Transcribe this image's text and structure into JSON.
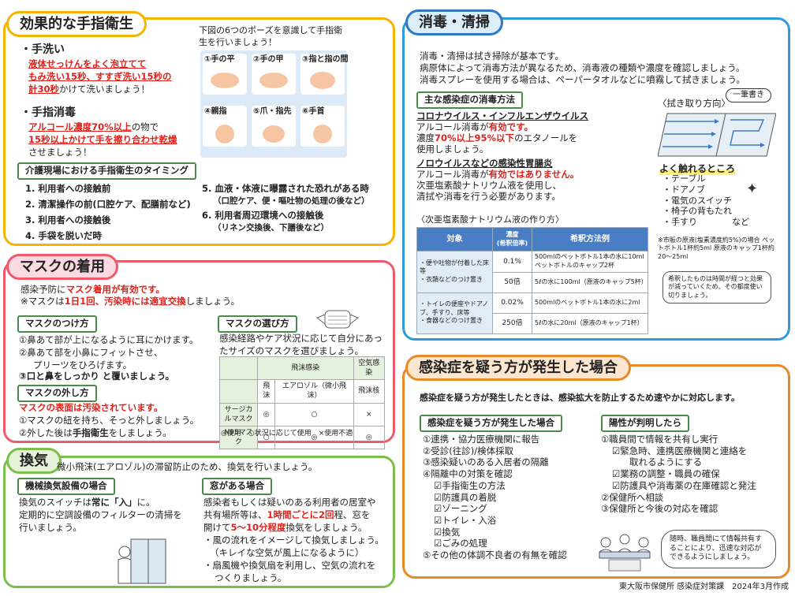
{
  "hand": {
    "title": "効果的な手指衛生",
    "intro": "下図の6つのポーズを意識して手指衛生を行いましょう！",
    "wash_head": "・手洗い",
    "wash_l1": "液体せっけんをよく泡立てて",
    "wash_l2": "もみ洗い15秒、すすぎ洗い15秒の",
    "wash_l3a": "計30秒",
    "wash_l3b": "かけて洗いましょう！",
    "dis_head": "・手指消毒",
    "dis_l1a": "アルコール濃度70%以上",
    "dis_l1b": "の物で",
    "dis_l2": "15秒以上かけて手を擦り合わせ乾燥",
    "dis_l3": "させましょう！",
    "poses": [
      "①手の平",
      "②手の甲",
      "③指と指の間",
      "④親指",
      "⑤爪・指先",
      "⑥手首"
    ],
    "timing_title": "介護現場における手指衛生のタイミング",
    "t1": "1. 利用者への接触前",
    "t2": "2. 清潔操作の前(口腔ケア、配膳前など)",
    "t3": "3. 利用者への接触後",
    "t4": "4. 手袋を脱いだ時",
    "t5": "5. 血液・体液に曝露された恐れがある時",
    "t5s": "（口腔ケア、便・嘔吐物の処理の後など）",
    "t6": "6. 利用者周辺環境への接触後",
    "t6s": "（リネン交換後、下膳後など）"
  },
  "mask": {
    "title": "マスクの着用",
    "intro1a": "感染予防に",
    "intro1b": "マスク着用が有効です。",
    "intro2a": "※マスクは",
    "intro2b": "1日1回、汚染時には適宜交換",
    "intro2c": "しましょう。",
    "wear_title": "マスクのつけ方",
    "w1": "①鼻あて部が上になるように耳にかけます。",
    "w2": "②鼻あて部を小鼻にフィットさせ、",
    "w2b": "プリーツをひろげます。",
    "w3": "③口と鼻をしっかり と覆いましょう。",
    "off_title": "マスクの外し方",
    "off_warn": "マスクの表面は汚染されています。",
    "o1": "①マスクの紐を持ち、そっと外しましょう。",
    "o2a": "②外した後は",
    "o2b": "手指衛生",
    "o2c": "をしましょう。",
    "choose_title": "マスクの選び方",
    "choose_text": "感染経路やケア状況に応じて自分にあったサイズのマスクを選びましょう。",
    "tbl_h1": "飛沫感染",
    "tbl_h2": "空気感染",
    "tbl_c1": "飛沫",
    "tbl_c2": "エアロゾル（微小飛沫）",
    "tbl_c3": "飛沫核",
    "tbl_r1": "サージカルマスク",
    "tbl_r2": "N95マスク",
    "r1": [
      "◎",
      "○",
      "×"
    ],
    "r2": [
      "○",
      "◎",
      "◎"
    ],
    "legend": "◎使用　○状況に応じて使用　×使用不適"
  },
  "vent": {
    "title": "換気",
    "intro": "微小飛沫(エアロゾル)の滞留防止のため、換気を行いましょう。",
    "mech_title": "機械換気設備の場合",
    "mech_1a": "換気のスイッチは",
    "mech_1b": "常に「入」",
    "mech_1c": "に。",
    "mech_2": "定期的に空調設備のフィルターの清掃を行いましょう。",
    "win_title": "窓がある場合",
    "win_1": "感染者もしくは疑いのある利用者の居室や",
    "win_2a": "共有場所等は、",
    "win_2b": "1時間ごとに2回",
    "win_2c": "程、窓を",
    "win_3a": "開けて",
    "win_3b": "5～10分程度",
    "win_3c": "換気をしましょう。",
    "win_4": "・風の流れをイメージして換気しましょう。",
    "win_5": "（キレイな空気が風上になるように）",
    "win_6": "・扇風機や換気扇を利用し、空気の流れを",
    "win_7": "つくりましょう。"
  },
  "clean": {
    "title": "消毒・清掃",
    "i1": "消毒・清掃は拭き掃除が基本です。",
    "i2": "病原体によって消毒方法が異なるため、消毒液の種類や濃度を確認しましょう。",
    "i3": "消毒スプレーを使用する場合は、ペーパータオルなどに噴霧して拭きましょう。",
    "dis_title": "主な感染症の消毒方法",
    "corona": "コロナウイルス・インフルエンザウイルス",
    "c1a": "アルコール消毒が",
    "c1b": "有効です。",
    "c2a": "濃度",
    "c2b": "70%以上95%以下",
    "c2c": "のエタノールを",
    "c3": "使用しましょう。",
    "noro": "ノロウイルスなどの感染性胃腸炎",
    "n1a": "アルコール消毒が",
    "n1b": "有効ではありません。",
    "n2": "次亜塩素酸ナトリウム液を使用し、",
    "n3": "清拭や消毒を行う必要があります。",
    "wipe_title": "〈拭き取り方向〉",
    "bubble": "一筆書き",
    "touch_title": "よく触れるところ",
    "touch": [
      "・テーブル",
      "・ドアノブ",
      "・電気のスイッチ",
      "・椅子の背もたれ",
      "・手すり　　　　など"
    ],
    "make_title": "〈次亜塩素酸ナトリウム液の作り方〉",
    "mh1": "対象",
    "mh2": "濃度",
    "mh2s": "(希釈倍率)",
    "mh3": "希釈方法例",
    "m1": "・便や吐物が付着した床等",
    "m1b": "・衣類などのつけ置き",
    "m2": "・トイレの便座やドアノブ、手すり、床等",
    "m2b": "・食器などのつけ置き",
    "conc": [
      "0.1%",
      "50倍",
      "0.02%",
      "250倍"
    ],
    "meth": [
      "500mlのペットボトル1本の水に10mlペットボトルのキャップ2杯",
      "5ℓの水に100ml（原液のキャップ5杯）",
      "500mlのペットボトル1本の水に2ml",
      "5ℓの水に20ml（原液のキャップ1杯）"
    ],
    "note1": "※市販の原液(塩素濃度約5%)の場合 ペットボトル1杯約5ml 原液のキャップ1杯約20～25ml",
    "note2": "希釈したものは時間が経つと効果が減っていくため、その都度使い切りましょう。"
  },
  "outbreak": {
    "title": "感染症を疑う方が発生した場合",
    "lead": "感染症を疑う方が発生したときは、感染拡大を防止するため速やかに対応します。",
    "s_title": "感染症を疑う方が発生した場合",
    "s": [
      "①連携・協力医療機関に報告",
      "②受診(往診)/検体採取",
      "③感染疑いのある入居者の隔離",
      "④隔離中の対策を確認",
      "☑手指衛生の方法",
      "☑防護具の着脱",
      "☑ゾーニング",
      "☑トイレ・入浴",
      "☑換気",
      "☑ごみの処理",
      "⑤その他の体調不良者の有無を確認"
    ],
    "p_title": "陽性が判明したら",
    "p": [
      "①職員間で情報を共有し実行",
      "☑緊急時、連携医療機関と連絡を",
      "取れるようにする",
      "☑業務の調整・職員の確保",
      "☑防護具や消毒薬の在庫確認と発注",
      "②保健所へ相談",
      "③保健所と今後の対応を確認"
    ],
    "p_bubble": "随時、職員間にて情報共有することにより、迅速な対応ができるようにしましょう。"
  },
  "footer": "東大阪市保健所 感染症対策課　2024年3月作成"
}
